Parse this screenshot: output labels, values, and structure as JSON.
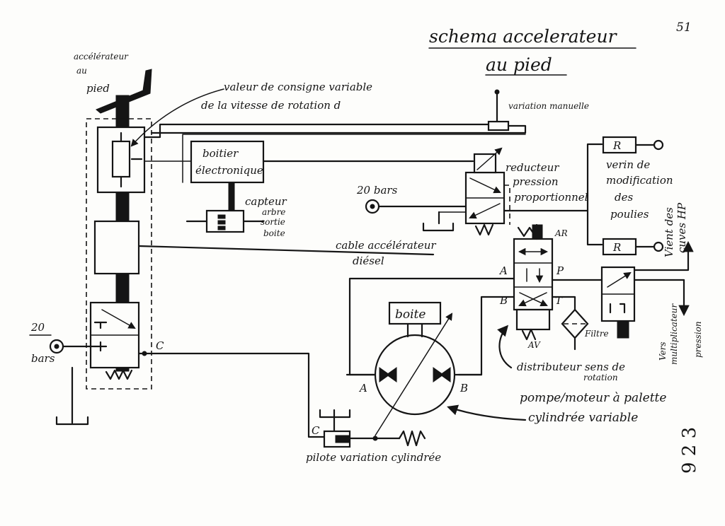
{
  "title_line1": "schema accelerateur",
  "title_line2": "au pied",
  "page_number": "51",
  "labels": {
    "accelerator": "accélérateur",
    "accelerator_au": "au",
    "accelerator_pied": "pied",
    "setpoint_line1": "valeur de consigne variable",
    "setpoint_line2": "de la vitesse de rotation d",
    "manual_variation": "variation manuelle",
    "electronic_box_line1": "boitier",
    "electronic_box_line2": "électronique",
    "sensor_line1": "capteur",
    "sensor_line2": "arbre",
    "sensor_line3": "sortie",
    "sensor_line4": "boite",
    "pressure_20_bars_mid": "20 bars",
    "reducer_line1": "reducteur",
    "reducer_line2": "pression",
    "reducer_line3": "proportionnel",
    "cylinder_line1": "verin de",
    "cylinder_line2": "modification",
    "cylinder_line3": "des",
    "cylinder_line4": "poulies",
    "r_top": "R",
    "r_bottom": "R",
    "hp_tanks_line1": "Vient des",
    "hp_tanks_line2": "cuves HP",
    "cable_line1": "cable accélérateur",
    "cable_line2": "diésel",
    "port_ar": "AR",
    "port_av": "AV",
    "port_a_valve": "A",
    "port_p_valve": "P",
    "port_b_valve": "B",
    "port_t_valve": "T",
    "filter": "Filtre",
    "pressure_mult_line1": "Vers",
    "pressure_mult_line2": "multiplicateur",
    "pressure_mult_line3": "pression",
    "gearbox": "boite",
    "pressure_20_left": "20",
    "pressure_bars_left": "bars",
    "port_c_left": "C",
    "port_a_pump": "A",
    "port_b_pump": "B",
    "port_c_pilot": "C",
    "distributor_line1": "distributeur sens de",
    "distributor_line2": "rotation",
    "pump_line1": "pompe/moteur à palette",
    "pump_line2": "cylindrée variable",
    "pilot": "pilote variation cylindrée",
    "stamp": "9 2 3"
  }
}
